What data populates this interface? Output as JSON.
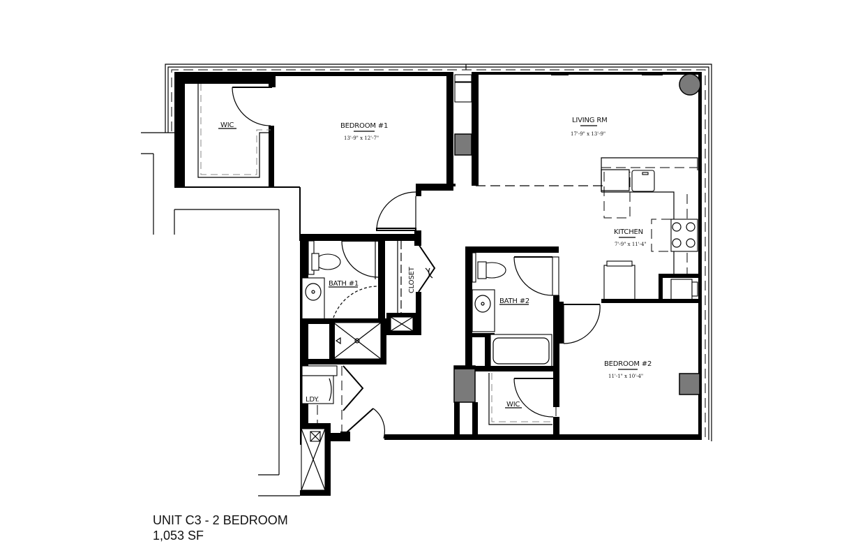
{
  "plan": {
    "unit_title": "UNIT C3 - 2 BEDROOM",
    "area": "1,053 SF",
    "rooms": {
      "wic1": {
        "name": "WIC"
      },
      "bedroom1": {
        "name": "BEDROOM #1",
        "dims": "13'-9\" x 12'-7\""
      },
      "living": {
        "name": "LIVING RM",
        "dims": "17'-9\" x 13'-9\""
      },
      "kitchen": {
        "name": "KITCHEN",
        "dims": "7'-9\" x 11'-4\""
      },
      "bath1": {
        "name": "BATH #1"
      },
      "closet": {
        "name": "CLOSET"
      },
      "bath2": {
        "name": "BATH #2"
      },
      "bedroom2": {
        "name": "BEDROOM #2",
        "dims": "11'-1\" x 10'-4\""
      },
      "wic2": {
        "name": "WIC"
      },
      "laundry": {
        "name": "LDY."
      }
    },
    "colors": {
      "wall": "#000000",
      "column_fill": "#7a7a7a",
      "background": "#ffffff"
    }
  }
}
